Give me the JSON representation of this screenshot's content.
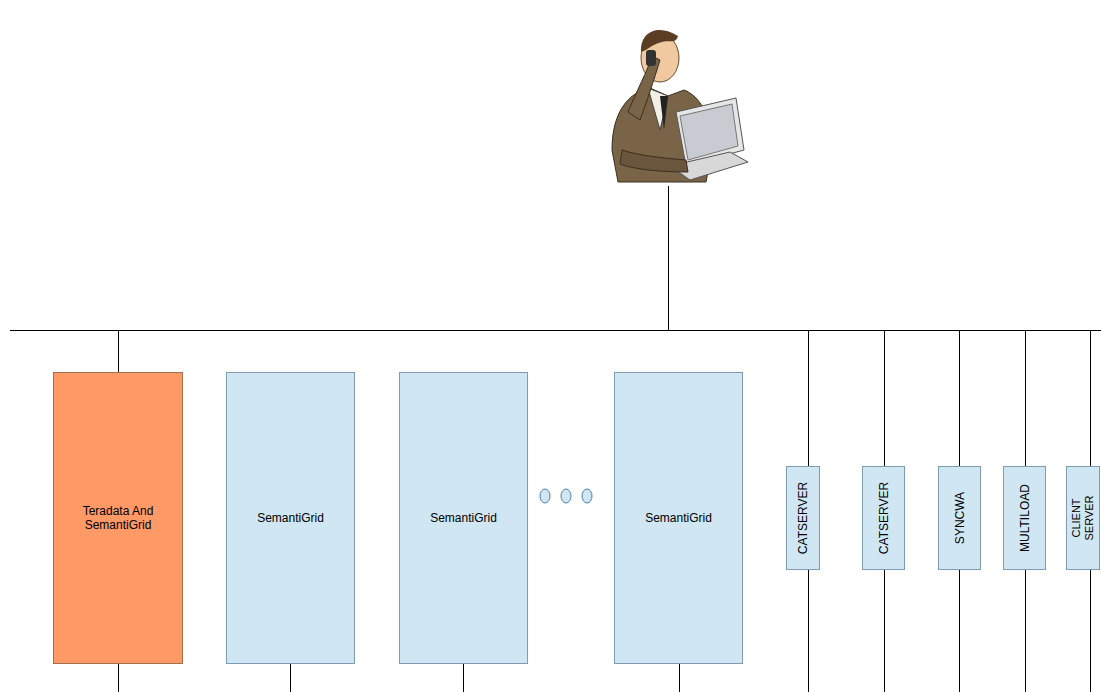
{
  "diagram": {
    "nodes": [
      {
        "text": [
          "Teradata And SemantiGrid"
        ]
      },
      {
        "text": [
          "SemantiGrid"
        ]
      },
      {
        "text": [
          "SemantiGrid"
        ]
      },
      {
        "text": [
          "SemantiGrid"
        ]
      },
      {
        "text": [
          "CATSERVER"
        ]
      },
      {
        "text": [
          "CATSERVER"
        ]
      },
      {
        "text": [
          "SYNCWA"
        ]
      },
      {
        "text": [
          "MULTILOAD"
        ]
      },
      {
        "text": [
          "CLIENT SERVER"
        ]
      }
    ]
  }
}
